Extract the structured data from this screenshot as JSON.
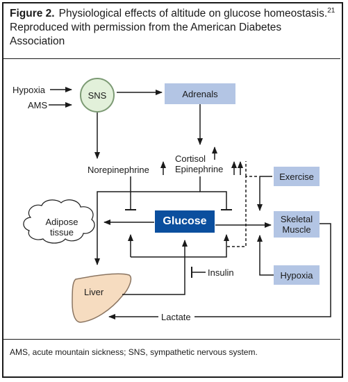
{
  "caption": {
    "figure_label": "Figure 2.",
    "text": "Physiological effects of altitude on glucose homeostasis.",
    "reference": "21",
    "text_cont": " Reproduced with permission from the American Diabetes Association"
  },
  "footnote": "AMS, acute mountain sickness; SNS, sympathetic nervous system.",
  "diagram": {
    "hypoxia_input": "Hypoxia",
    "ams_input": "AMS",
    "sns": "SNS",
    "adrenals": "Adrenals",
    "cortisol": "Cortisol",
    "epinephrine": "Epinephrine",
    "norepinephrine": "Norepinephrine",
    "exercise": "Exercise",
    "adipose_line1": "Adipose",
    "adipose_line2": "tissue",
    "glucose": "Glucose",
    "skeletal_line1": "Skeletal",
    "skeletal_line2": "Muscle",
    "insulin": "Insulin",
    "hypoxia_box": "Hypoxia",
    "liver": "Liver",
    "lactate": "Lactate"
  },
  "colors": {
    "box_fill": "#b3c5e4",
    "glucose_fill": "#0b4f9e",
    "sns_fill": "#e2f0da",
    "sns_stroke": "#7c9a74",
    "liver_fill": "#f6dcc0",
    "liver_stroke": "#8a7460"
  }
}
